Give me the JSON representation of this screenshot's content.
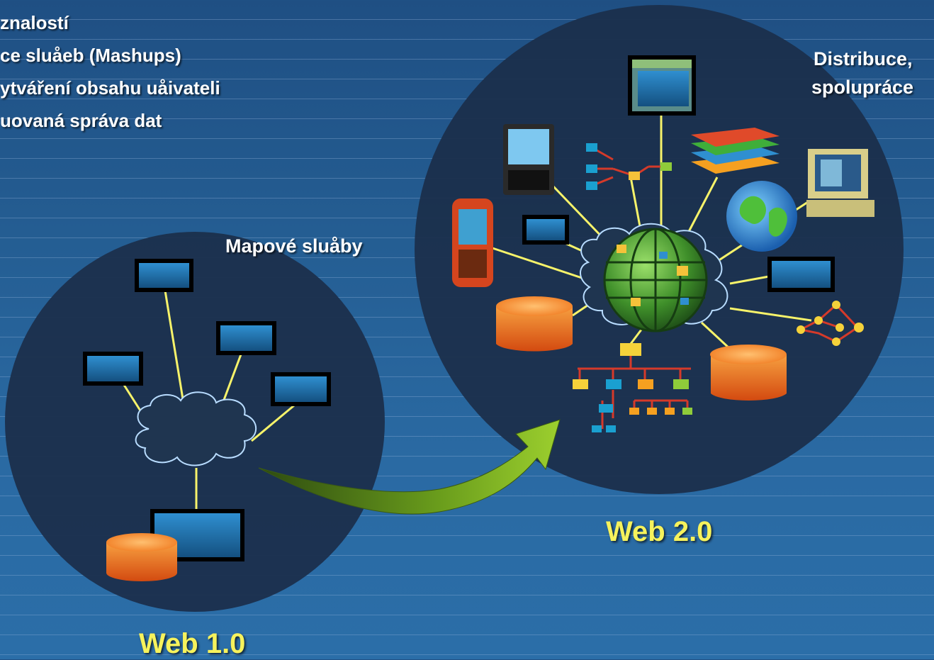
{
  "bullets": [
    "znalostí",
    "ce sluåeb (Mashups)",
    "ytváření obsahu uåivateli",
    "uovaná správa dat"
  ],
  "labels": {
    "map_services": "Mapové sluåby",
    "distribution_line1": "Distribuce,",
    "distribution_line2": "spolupráce",
    "web1": "Web 1.0",
    "web2": "Web 2.0"
  },
  "colors": {
    "background": "#245d92",
    "circle_fill": "#1b2f4c",
    "connector": "#f7f36a",
    "title_yellow": "#f6f25c",
    "arrow_green": "#6a9d1c",
    "database_orange": "#f07a20"
  },
  "icons": [
    "terminal-icon",
    "cloud-icon",
    "database-icon",
    "arrow-icon",
    "globe-icon",
    "mobile-phone-icon",
    "handheld-device-icon",
    "desktop-computer-icon",
    "layers-map-icon",
    "network-graph-icon",
    "org-chart-icon",
    "browser-window-icon"
  ]
}
